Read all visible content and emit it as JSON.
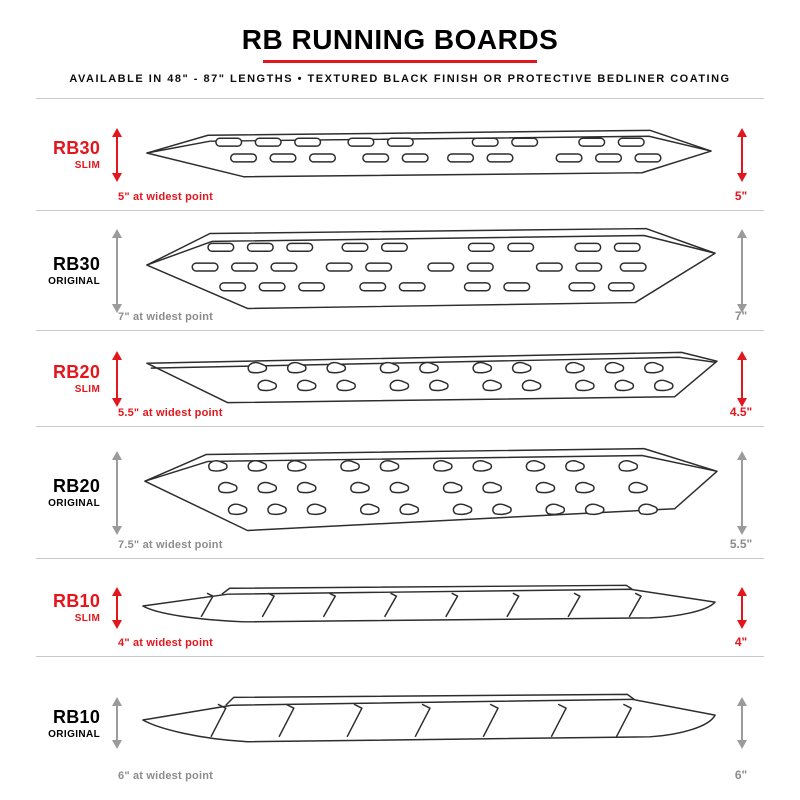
{
  "header": {
    "title": "RB RUNNING BOARDS",
    "subtitle": "AVAILABLE IN 48\" - 87\" LENGTHS   •   TEXTURED BLACK FINISH OR PROTECTIVE BEDLINER COATING"
  },
  "colors": {
    "accent": "#e4151c",
    "muted_gray": "#8c8c8c",
    "line_gray": "#c9c9c9",
    "drawing": "#2d2d2d"
  },
  "rows": [
    {
      "model": "RB30",
      "variant": "SLIM",
      "style": "slim",
      "slot_style": "oval",
      "width_label": "5\" at widest point",
      "height_label": "5\""
    },
    {
      "model": "RB30",
      "variant": "ORIGINAL",
      "style": "original",
      "slot_style": "oval",
      "width_label": "7\" at widest point",
      "height_label": "7\""
    },
    {
      "model": "RB20",
      "variant": "SLIM",
      "style": "slim",
      "slot_style": "teardrop",
      "width_label": "5.5\" at widest point",
      "height_label": "4.5\""
    },
    {
      "model": "RB20",
      "variant": "ORIGINAL",
      "style": "original",
      "slot_style": "teardrop",
      "width_label": "7.5\" at widest point",
      "height_label": "5.5\""
    },
    {
      "model": "RB10",
      "variant": "SLIM",
      "style": "slim",
      "slot_style": "slash",
      "width_label": "4\" at widest point",
      "height_label": "4\""
    },
    {
      "model": "RB10",
      "variant": "ORIGINAL",
      "style": "original",
      "slot_style": "slash",
      "width_label": "6\" at widest point",
      "height_label": "6\""
    }
  ]
}
